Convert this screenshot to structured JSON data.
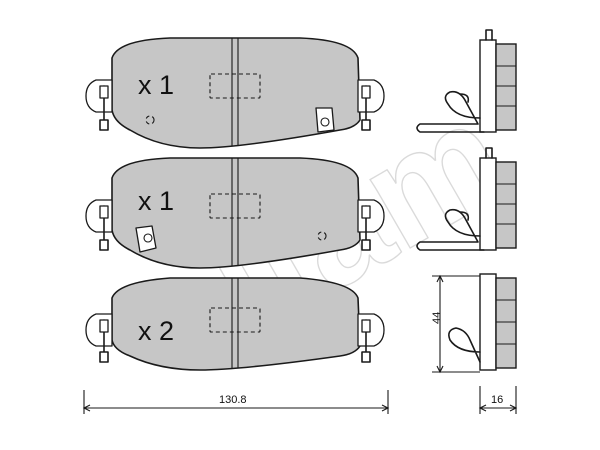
{
  "pads": [
    {
      "quantity_label": "x 1"
    },
    {
      "quantity_label": "x 1"
    },
    {
      "quantity_label": "x 2"
    }
  ],
  "dimensions": {
    "width": "130.8",
    "height": "44",
    "thickness": "16"
  },
  "watermark": {
    "text": "cifam"
  }
}
